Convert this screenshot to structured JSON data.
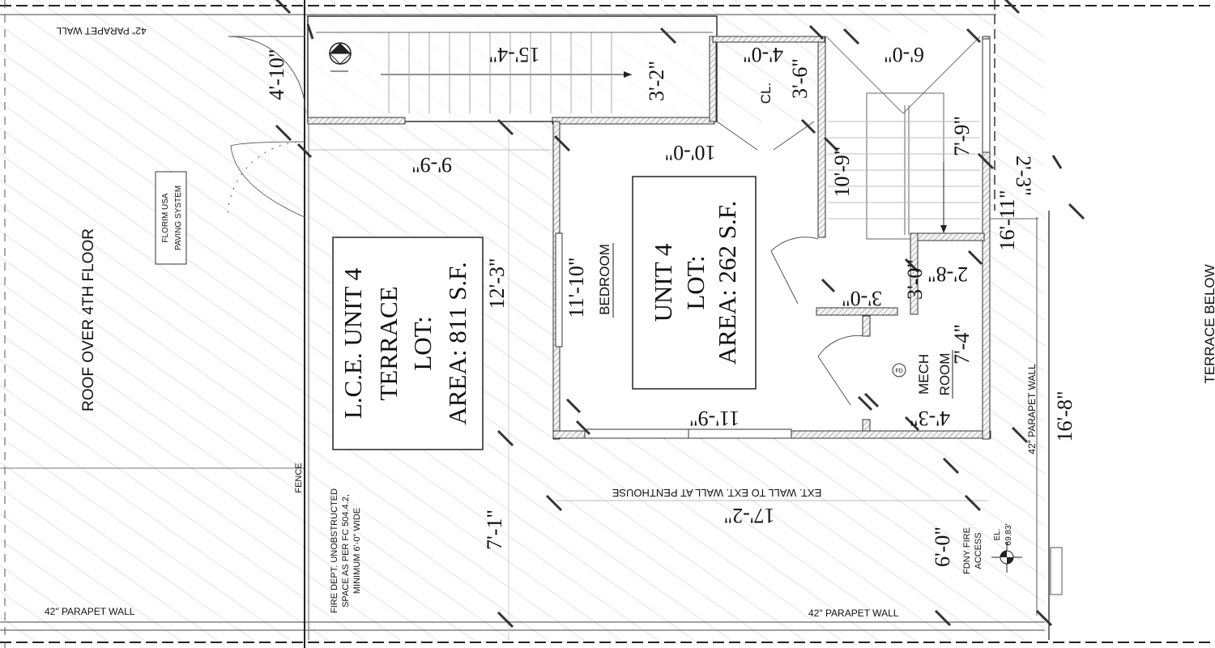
{
  "labels": {
    "parapet_top": "42\" PARAPET WALL",
    "parapet_bottom_left": "42\" PARAPET WALL",
    "parapet_bottom_right": "42\" PARAPET WALL",
    "parapet_right": "42\" PARAPET WALL",
    "roof_over": "ROOF OVER  4TH FLOOR",
    "paving_line1": "FLORIM USA",
    "paving_line2": "PAVING SYSTEM",
    "terrace_below": "TERRACE BELOW",
    "fence": "FENCE",
    "fire_line1": "FIRE DEPT. UNOBSTRUCTED",
    "fire_line2": "SPACE AS PER FC 504.4.2,",
    "fire_line3": "MINIMUM  6'-0\" WIDE",
    "ext_wall": "EXT. WALL TO EXT. WALL AT PENTHOUSE",
    "fdny_line1": "FDNY FIRE",
    "fdny_line2": "ACCESS",
    "elevation_line1": "EL.",
    "elevation_line2": "69.83'",
    "fd": "FD",
    "closet": "CL.",
    "bedroom": "BEDROOM",
    "mech_line1": "MECH",
    "mech_line2": "ROOM"
  },
  "boxes": {
    "terrace": [
      "L.C.E. UNIT 4",
      "TERRACE",
      "LOT:",
      "AREA: 811 S.F."
    ],
    "unit4": [
      "UNIT 4",
      "LOT:",
      "AREA: 262 S.F."
    ]
  },
  "dimensions": {
    "d_4_10": "4'-10\"",
    "d_15_4": "15'-4\"",
    "d_3_2": "3'-2\"",
    "d_4_0": "4'-0\"",
    "d_3_6": "3'-6\"",
    "d_6_0_top": "6'-0\"",
    "d_9_9": "9'-9\"",
    "d_10_0": "10'-0\"",
    "d_7_9": "7'-9\"",
    "d_10_9": "10'-9\"",
    "d_2_3": "2'-3\"",
    "d_16_11": "16'-11\"",
    "d_12_3": "12'-3\"",
    "d_11_10": "11'-10\"",
    "d_2_8": "2'-8\"",
    "d_3_0_v": "3'-0\"",
    "d_3_0_h": "3'-0\"",
    "d_7_4": "7'-4\"",
    "d_11_9": "11'-9\"",
    "d_4_3": "4'-3\"",
    "d_16_8": "16'-8\"",
    "d_17_2": "17'-2\"",
    "d_7_1": "7'-1\"",
    "d_6_0_bottom": "6'-0\""
  }
}
